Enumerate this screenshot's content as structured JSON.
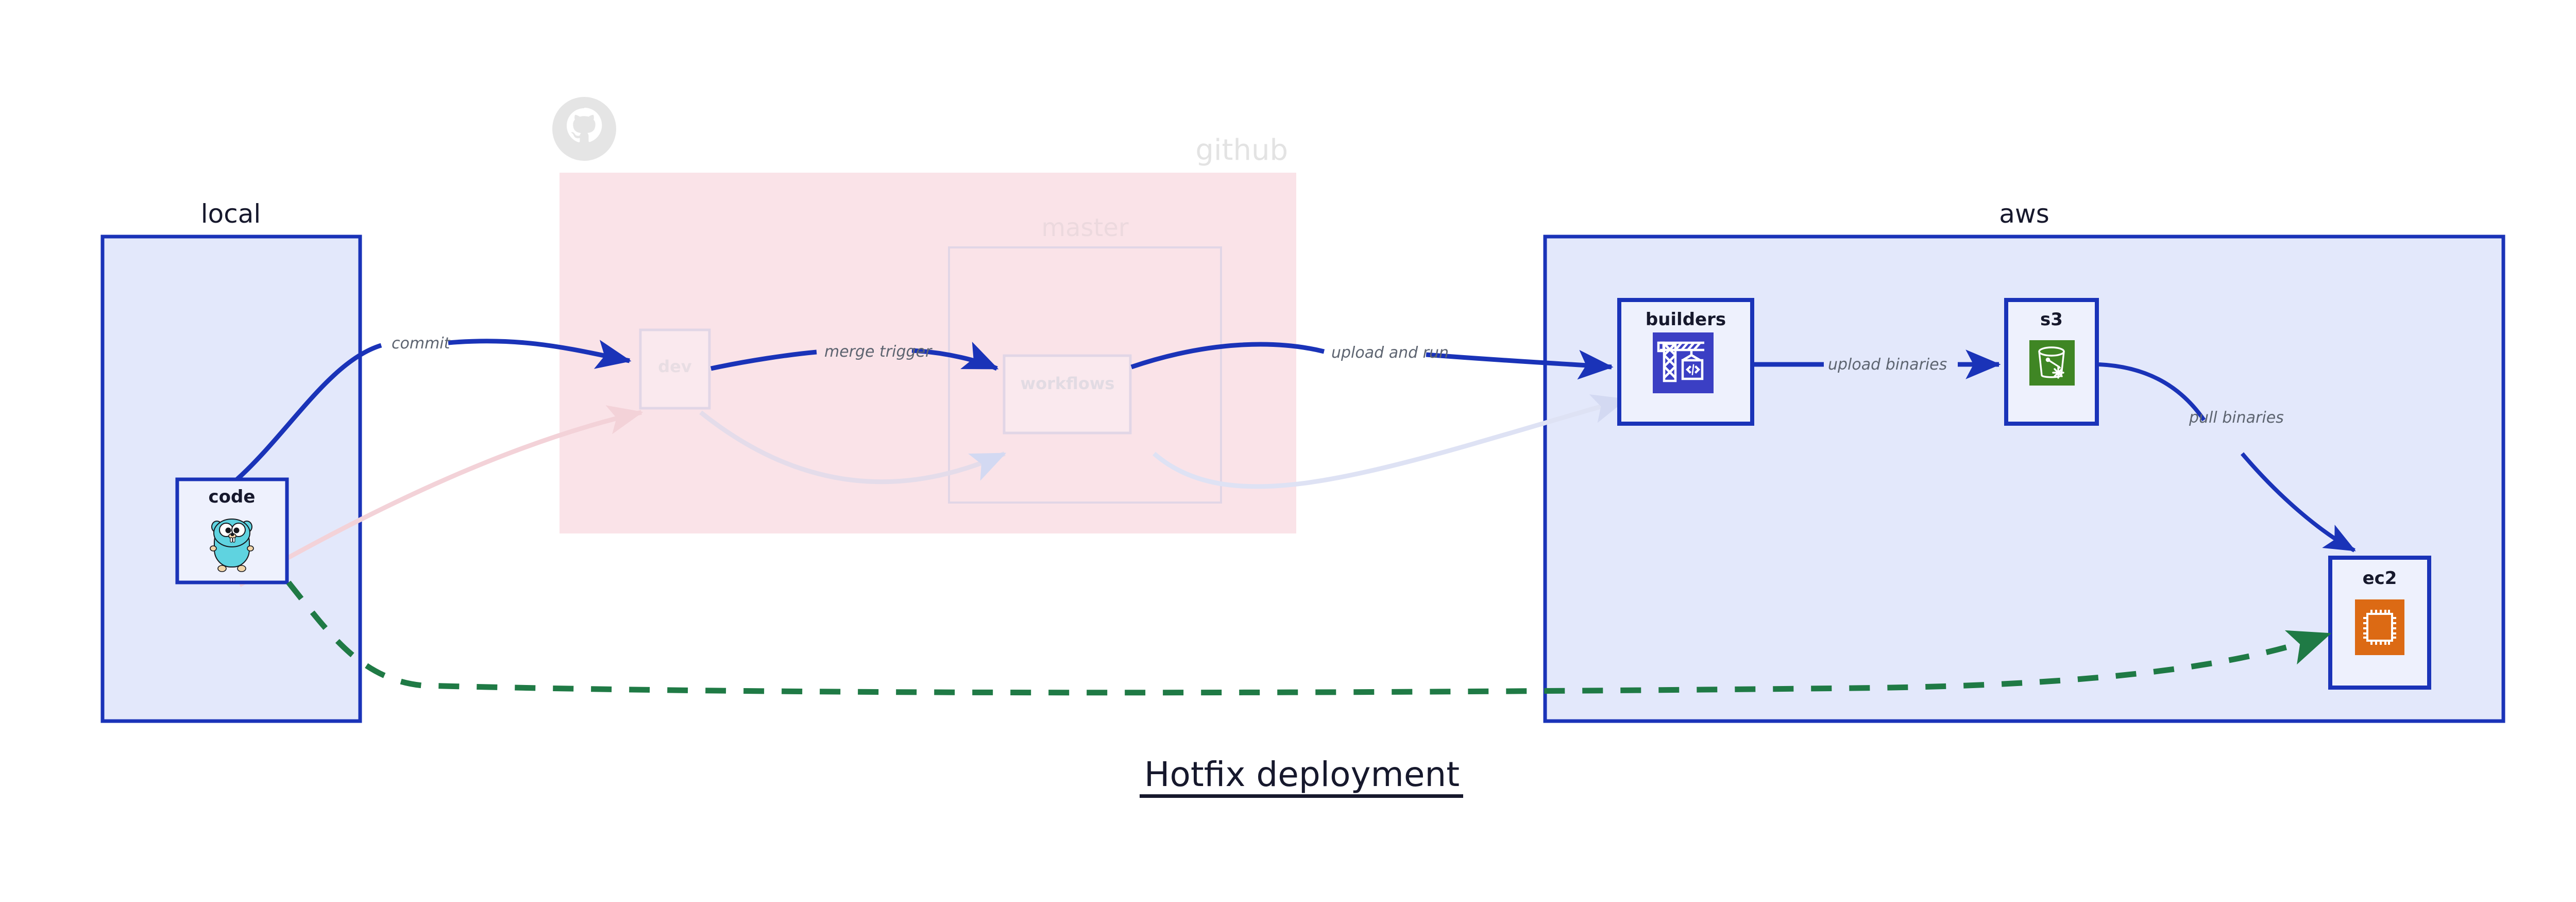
{
  "diagram": {
    "title": "Hotfix deployment",
    "title_underlined": true,
    "background": "#ffffff",
    "colors": {
      "active_stroke": "#1a33b8",
      "active_fill": "#e3e8fb",
      "node_fill": "#eef1fd",
      "faded_stroke": "#d9d3e6",
      "faded_group_fill": "#fae3e8",
      "faded_text": "#dfd9e0",
      "edge_label_text": "#5d6470",
      "title_text": "#16182c",
      "dashed_green": "#1f7a45",
      "go_blue": "#29c0d4",
      "codebuild_indigo": "#3b3fc4",
      "s3_green": "#3f8624",
      "ec2_orange": "#dc6a14",
      "octocat_gray": "#e5e5e5"
    }
  },
  "groups": [
    {
      "id": "local",
      "label": "local",
      "state": "active",
      "label_color": "#16182c"
    },
    {
      "id": "github",
      "label": "github",
      "state": "faded",
      "label_color": "#e3e3e3",
      "icon": "octocat-icon",
      "children": [
        {
          "id": "master",
          "label": "master",
          "state": "faded",
          "label_color": "#ecd9de"
        }
      ]
    },
    {
      "id": "aws",
      "label": "aws",
      "state": "active",
      "label_color": "#16182c"
    }
  ],
  "nodes": [
    {
      "id": "code",
      "label": "code",
      "group": "local",
      "state": "active",
      "icon": "go-gopher-icon",
      "icon_color": "#29c0d4"
    },
    {
      "id": "dev",
      "label": "dev",
      "group": "github",
      "state": "faded",
      "icon": "none",
      "icon_color": "#e6dde4"
    },
    {
      "id": "workflows",
      "label": "workflows",
      "group": "master",
      "state": "faded",
      "icon": "none",
      "icon_color": "#e6dde4"
    },
    {
      "id": "builders",
      "label": "builders",
      "group": "aws",
      "state": "active",
      "icon": "aws-codebuild-crane-icon",
      "icon_color": "#3b3fc4"
    },
    {
      "id": "s3",
      "label": "s3",
      "group": "aws",
      "state": "active",
      "icon": "aws-s3-bucket-snowflake-icon",
      "icon_color": "#3f8624"
    },
    {
      "id": "ec2",
      "label": "ec2",
      "group": "aws",
      "state": "active",
      "icon": "aws-ec2-chip-icon",
      "icon_color": "#dc6a14"
    }
  ],
  "edges": [
    {
      "id": "code-dev",
      "from": "code",
      "to": "dev",
      "label": "commit",
      "style": "solid",
      "state": "active"
    },
    {
      "id": "dev-workflows",
      "from": "dev",
      "to": "workflows",
      "label": "merge trigger",
      "style": "solid",
      "state": "active"
    },
    {
      "id": "workflows-builders",
      "from": "workflows",
      "to": "builders",
      "label": "upload and run",
      "style": "solid",
      "state": "active"
    },
    {
      "id": "builders-s3",
      "from": "builders",
      "to": "s3",
      "label": "upload binaries",
      "style": "solid",
      "state": "active"
    },
    {
      "id": "s3-ec2",
      "from": "s3",
      "to": "ec2",
      "label": "pull binaries",
      "style": "solid",
      "state": "active"
    },
    {
      "id": "code-ec2",
      "from": "code",
      "to": "ec2",
      "label": "",
      "style": "dashed",
      "state": "active"
    },
    {
      "id": "code-dev-faded",
      "from": "code",
      "to": "dev",
      "label": "",
      "style": "solid",
      "state": "faded"
    },
    {
      "id": "dev-wf-faded",
      "from": "dev",
      "to": "workflows",
      "label": "",
      "style": "solid",
      "state": "faded"
    },
    {
      "id": "wf-builders-faded",
      "from": "workflows",
      "to": "builders",
      "label": "",
      "style": "solid",
      "state": "faded"
    }
  ]
}
